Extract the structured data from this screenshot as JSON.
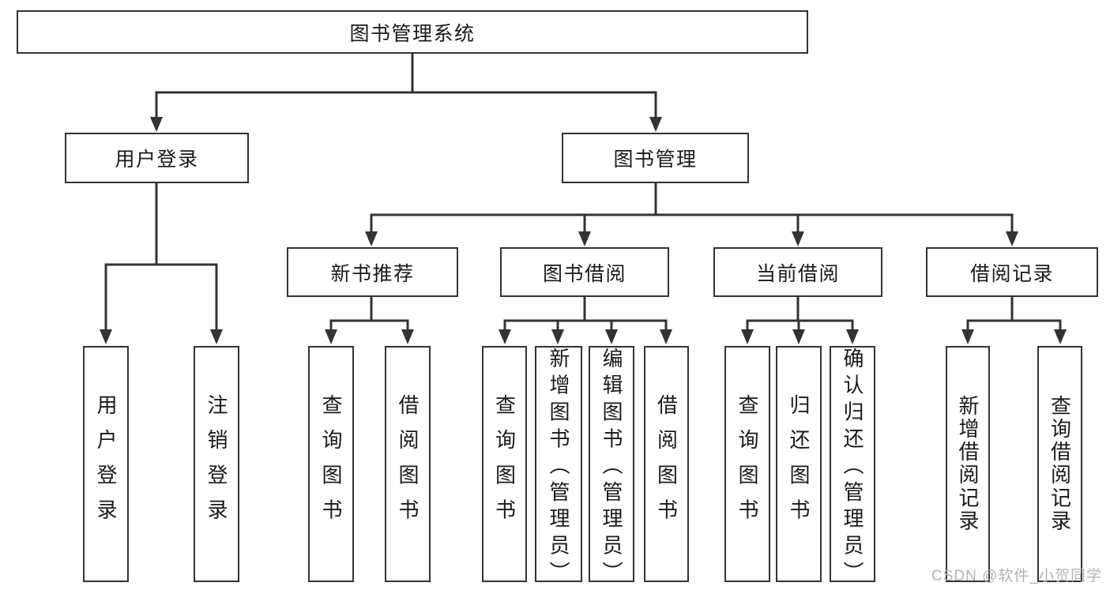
{
  "diagram": {
    "type": "hierarchy-tree",
    "root": {
      "label": "图书管理系统"
    },
    "level2": [
      {
        "label": "用户登录"
      },
      {
        "label": "图书管理"
      }
    ],
    "level3": [
      {
        "parent": "图书管理",
        "label": "新书推荐"
      },
      {
        "parent": "图书管理",
        "label": "图书借阅"
      },
      {
        "parent": "图书管理",
        "label": "当前借阅"
      },
      {
        "parent": "图书管理",
        "label": "借阅记录"
      }
    ],
    "leaves": [
      {
        "parent": "用户登录",
        "label": "用户登录"
      },
      {
        "parent": "用户登录",
        "label": "注销登录"
      },
      {
        "parent": "新书推荐",
        "label": "查询图书"
      },
      {
        "parent": "新书推荐",
        "label": "借阅图书"
      },
      {
        "parent": "图书借阅",
        "label": "查询图书"
      },
      {
        "parent": "图书借阅",
        "label": "新增图书（管理员）"
      },
      {
        "parent": "图书借阅",
        "label": "编辑图书（管理员）"
      },
      {
        "parent": "图书借阅",
        "label": "借阅图书"
      },
      {
        "parent": "当前借阅",
        "label": "查询图书"
      },
      {
        "parent": "当前借阅",
        "label": "归还图书"
      },
      {
        "parent": "当前借阅",
        "label": "确认归还（管理员）"
      },
      {
        "parent": "借阅记录",
        "label": "新增借阅记录"
      },
      {
        "parent": "借阅记录",
        "label": "查询借阅记录"
      }
    ]
  },
  "watermark": "CSDN @软件_小贺同学",
  "colors": {
    "line": "#333333",
    "text": "#1a1a1a",
    "watermark": "#b3b3b3",
    "background": "#ffffff"
  }
}
